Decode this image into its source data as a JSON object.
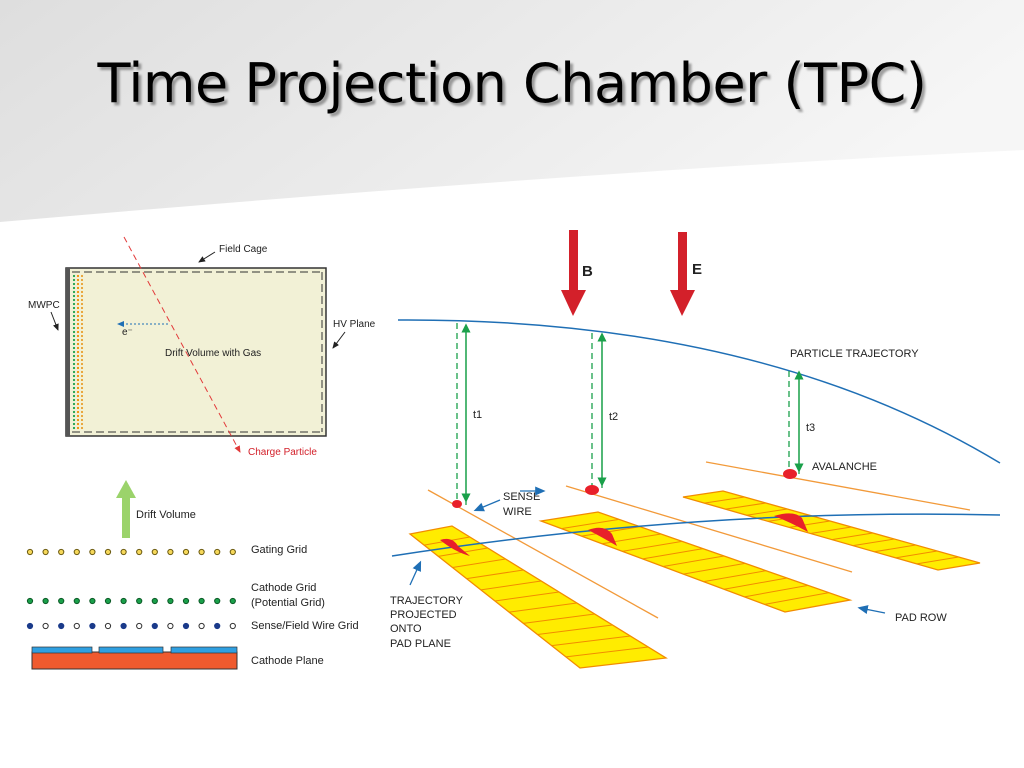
{
  "slide": {
    "title": "Time Projection Chamber (TPC)"
  },
  "left_diagram": {
    "field_cage": "Field Cage",
    "mwpc": "MWPC",
    "hv_plane": "HV Plane",
    "electron": "e⁻",
    "drift_volume_gas": "Drift Volume with Gas",
    "charge_particle": "Charge Particle",
    "drift_volume": "Drift Volume",
    "gating_grid": "Gating Grid",
    "cathode_grid": "Cathode Grid",
    "potential_grid": "(Potential Grid)",
    "sense_field_grid": "Sense/Field Wire Grid",
    "cathode_plane": "Cathode Plane"
  },
  "right_diagram": {
    "b_label": "B",
    "e_label": "E",
    "particle_trajectory": "PARTICLE TRAJECTORY",
    "t1": "t1",
    "t2": "t2",
    "t3": "t3",
    "avalanche": "AVALANCHE",
    "sense": "SENSE",
    "wire": "WIRE",
    "traj_line1": "TRAJECTORY",
    "traj_line2": "PROJECTED",
    "traj_line3": "ONTO",
    "traj_line4": "PAD  PLANE",
    "pad_row": "PAD  ROW"
  },
  "colors": {
    "arrow_red": "#d3202a",
    "drift_green": "#1aa04a",
    "trajectory_blue": "#1f6fb5",
    "pad_yellow": "#ffec00",
    "pad_edge": "#f28c00",
    "wire_orange": "#f29a3a",
    "gas_fill": "#f2f1d6",
    "cathode_orange": "#ef5a2e",
    "cathode_blue": "#2f9fe0"
  }
}
